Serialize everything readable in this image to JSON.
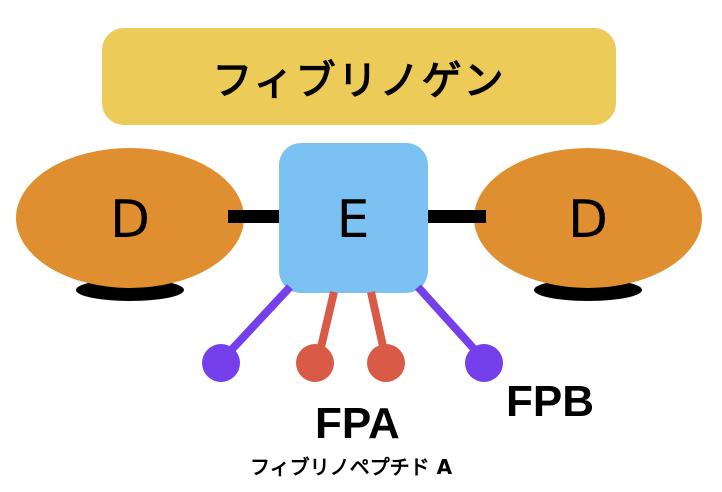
{
  "title": "フィブリノゲン",
  "colors": {
    "title_bg": "#EDCB58",
    "d_domain": "#DF8F2F",
    "e_domain": "#7BC1F2",
    "fpa": "#D95B45",
    "fpb": "#7540EB",
    "connector": "#000000"
  },
  "nodes": {
    "left_d": "D",
    "center_e": "E",
    "right_d": "D"
  },
  "labels": {
    "fpa": "FPA",
    "fpa_full": "フィブリノペプチド A",
    "fpb": "FPB"
  }
}
